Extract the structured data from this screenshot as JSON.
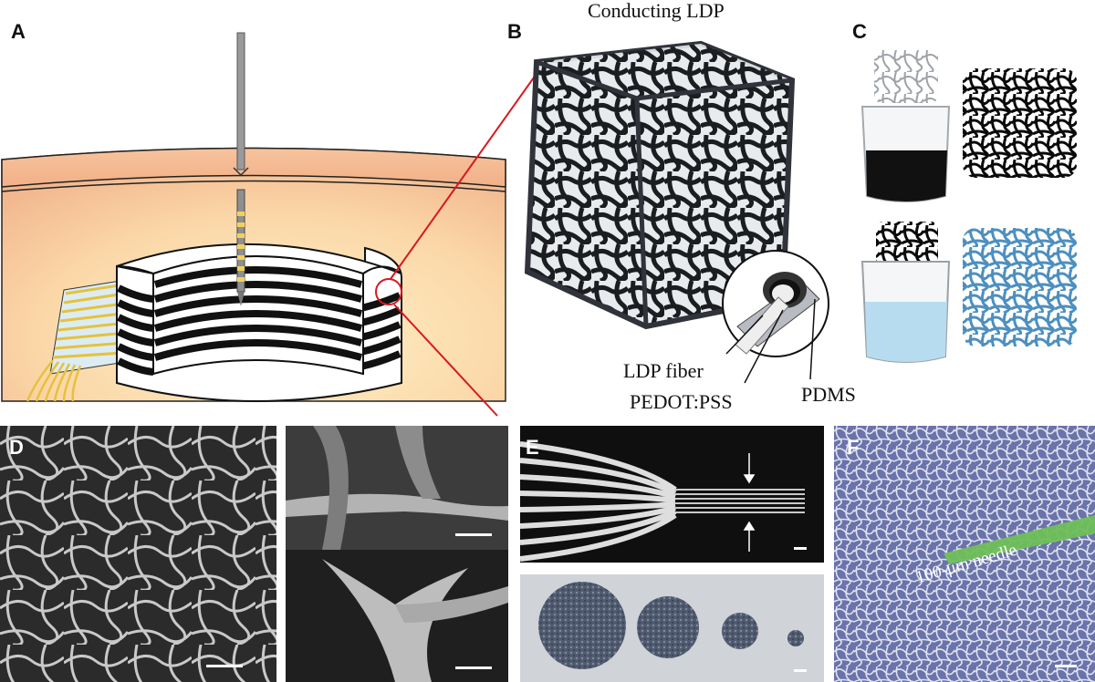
{
  "panels": {
    "a": {
      "letter": "A"
    },
    "b": {
      "letter": "B",
      "title": "Conducting LDP",
      "labels": {
        "fiber": "LDP fiber",
        "pedot": "PEDOT:PSS",
        "pdms": "PDMS"
      }
    },
    "c": {
      "letter": "C"
    },
    "d": {
      "letter": "D"
    },
    "e": {
      "letter": "E"
    },
    "f": {
      "letter": "F",
      "needle_label": "100-μm needle"
    }
  },
  "colors": {
    "tissue_light": "#fbe3c6",
    "tissue_dark": "#f3b98d",
    "stripe_yellow": "#f2d15b",
    "stripe_blue": "#c9e4ef",
    "zoom_line": "#d71920",
    "sem_bg": "#222222",
    "fiber_blue": "#5b9cc8",
    "histology": "#6d78b0",
    "needle_green": "#6fbf58"
  }
}
